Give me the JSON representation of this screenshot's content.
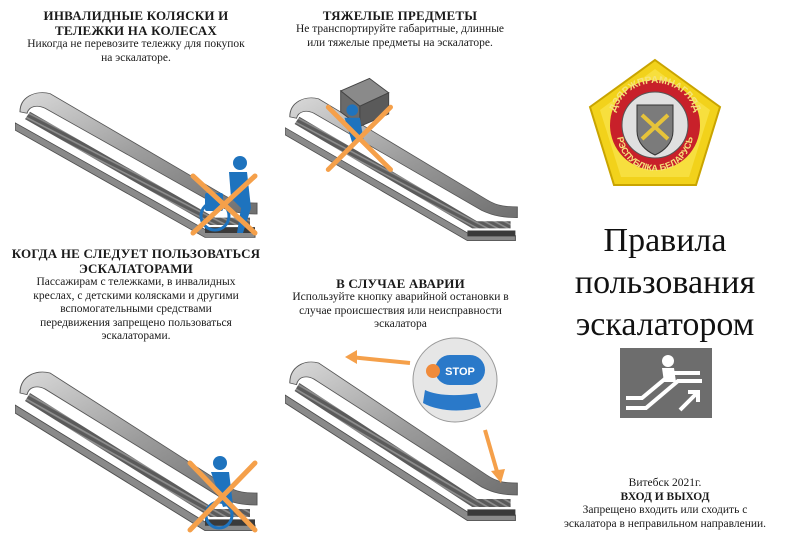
{
  "sections": [
    {
      "title_line1": "ИНВАЛИДНЫЕ КОЛЯСКИ И",
      "title_line2": "ТЕЛЕЖКИ НА КОЛЕСАХ",
      "body_line1": "Никогда не перевозите тележку для покупок",
      "body_line2": "на эскалаторе."
    },
    {
      "title_line1": "ТЯЖЕЛЫЕ ПРЕДМЕТЫ",
      "body_line1": "Не транспортируйте габаритные, длинные",
      "body_line2": "или тяжелые предметы на эскалаторе."
    },
    {
      "title_line1": "КОГДА НЕ СЛЕДУЕТ ПОЛЬЗОВАТЬСЯ",
      "title_line2": "ЭСКАЛАТОРАМИ",
      "body_line1": "Пассажирам с тележками, в инвалидных",
      "body_line2": "креслах, с детскими колясками и другими",
      "body_line3": "вспомогательными средствами",
      "body_line4": "передвижения запрещено пользоваться",
      "body_line5": "эскалаторами."
    },
    {
      "title_line1": "В СЛУЧАЕ АВАРИИ",
      "body_line1": "Используйте кнопку аварийной остановки в",
      "body_line2": "случае происшествия или неисправности",
      "body_line3": "эскалатора"
    }
  ],
  "emblem": {
    "top_text": "ДЗЯРЖПРАМНАГЛЯД",
    "bottom_text": "РЭСПУБЛІКА БЕЛАРУСЬ"
  },
  "stop_button_label": "STOP",
  "main_title": {
    "line1": "Правила",
    "line2": "пользования",
    "line3": "эскалатором"
  },
  "footer": {
    "city_year": "Витебск 2021г.",
    "heading": "ВХОД И ВЫХОД",
    "line1": "Запрещено входить или сходить с",
    "line2": "эскалатора в неправильном направлении."
  },
  "colors": {
    "escalator_gray": "#9a9a9a",
    "person_blue": "#1e73be",
    "cross_orange": "#f5a04a",
    "emblem_yellow": "#f2d21b",
    "emblem_red": "#c8202a",
    "sign_gray": "#6d6d6d"
  }
}
